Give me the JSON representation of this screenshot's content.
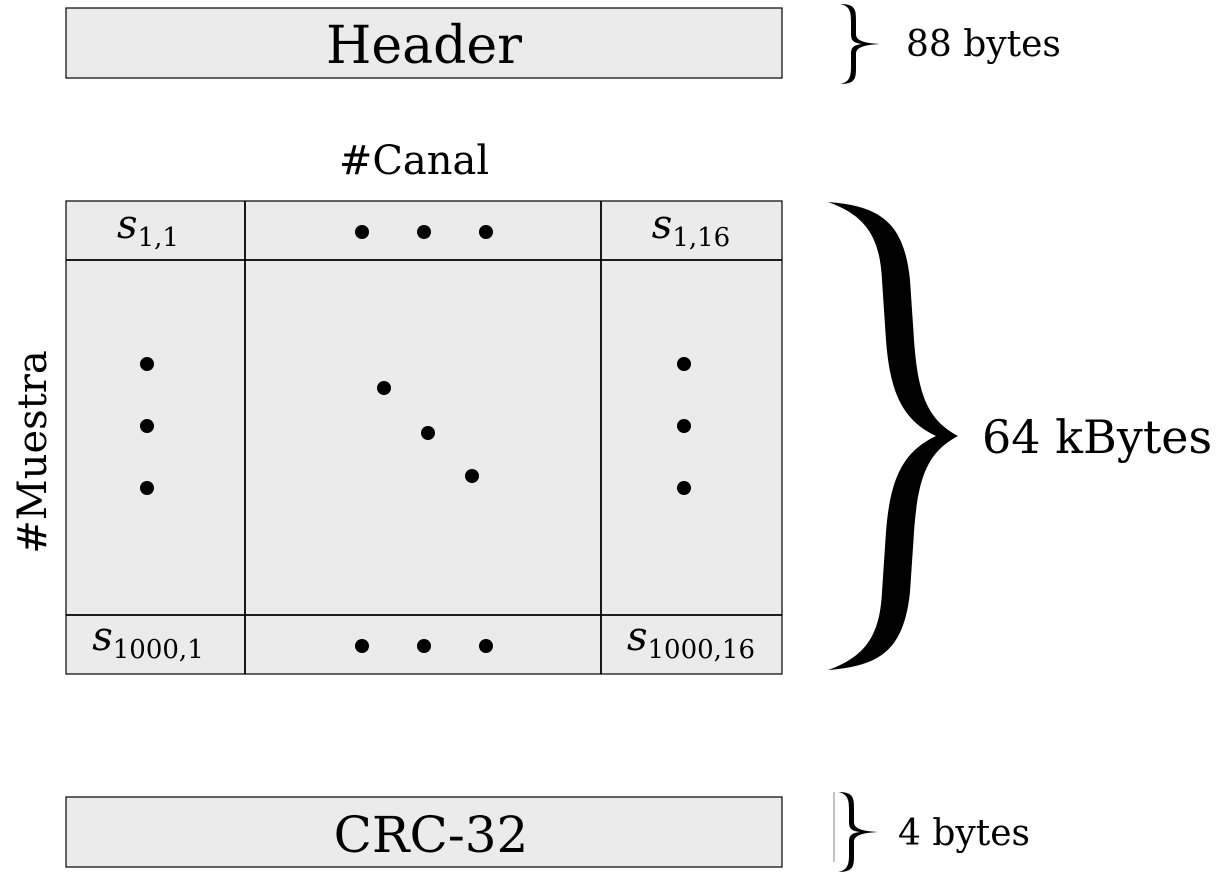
{
  "header": {
    "label": "Header",
    "size_label": "88 bytes"
  },
  "matrix": {
    "channel_axis_label": "#Canal",
    "sample_axis_label": "#Muestra",
    "size_label": "64 kBytes",
    "cells": {
      "top_left": {
        "base": "s",
        "sub": "1,1"
      },
      "top_right": {
        "base": "s",
        "sub": "1,16"
      },
      "bottom_left": {
        "base": "s",
        "sub": "1000,1"
      },
      "bottom_right": {
        "base": "s",
        "sub": "1000,16"
      }
    }
  },
  "crc": {
    "label": "CRC-32",
    "size_label": "4 bytes"
  },
  "colors": {
    "block_fill": "#ebebeb",
    "stroke": "#000000"
  }
}
